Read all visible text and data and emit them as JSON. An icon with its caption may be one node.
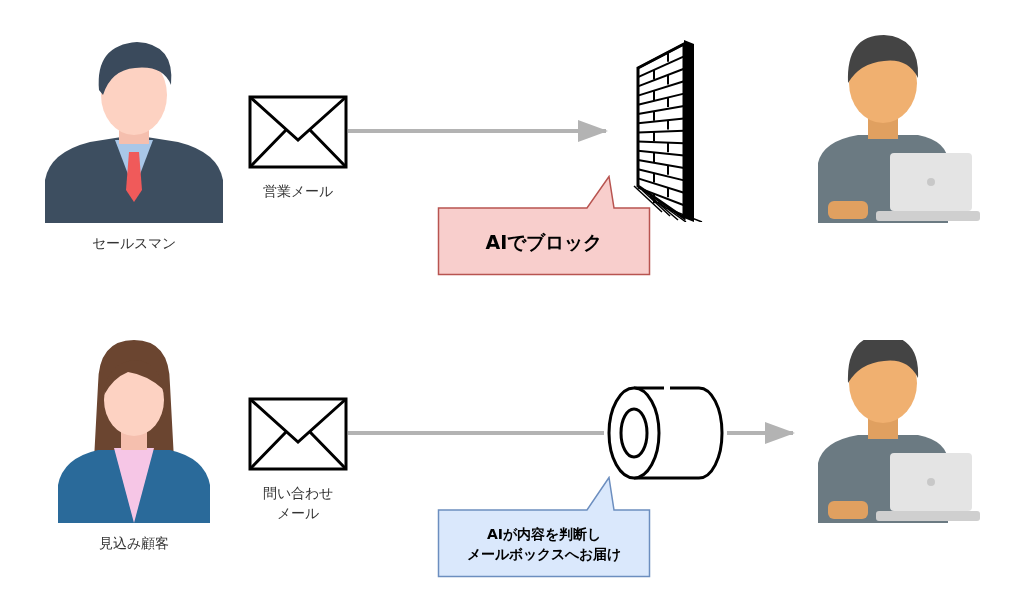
{
  "diagram": {
    "nodes": [
      {
        "text": [],
        "shape": "person",
        "beside": [
          "セールスマン"
        ]
      },
      {
        "text": [],
        "shape": "envelope",
        "beside": [
          "営業メール"
        ]
      },
      {
        "text": [],
        "shape": "wall"
      },
      {
        "text": [
          "AIでブロック"
        ]
      },
      {
        "text": [],
        "shape": "person"
      },
      {
        "text": [],
        "shape": "person",
        "beside": [
          "見込み顧客"
        ]
      },
      {
        "text": [],
        "shape": "envelope",
        "beside": [
          "問い合わせ",
          "メール"
        ]
      },
      {
        "text": [],
        "shape": "cylinder"
      },
      {
        "text": [
          "AIが内容を判断し",
          "メールボックスへお届け"
        ]
      },
      {
        "text": [],
        "shape": "person"
      }
    ],
    "edges": [
      {
        "from": 1,
        "to": 2,
        "arrow": "to"
      },
      {
        "from": 6,
        "to": 7,
        "arrow": "none"
      },
      {
        "from": 7,
        "to": 9,
        "arrow": "to"
      }
    ]
  }
}
